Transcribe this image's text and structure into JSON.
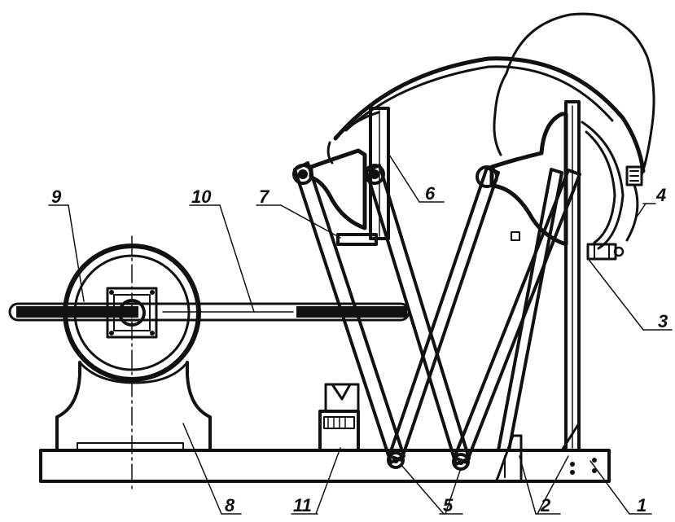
{
  "diagram": {
    "callouts": [
      {
        "id": "1",
        "text": "1"
      },
      {
        "id": "2",
        "text": "2"
      },
      {
        "id": "3",
        "text": "3"
      },
      {
        "id": "4",
        "text": "4"
      },
      {
        "id": "5",
        "text": "5"
      },
      {
        "id": "6",
        "text": "6"
      },
      {
        "id": "7",
        "text": "7"
      },
      {
        "id": "8",
        "text": "8"
      },
      {
        "id": "9",
        "text": "9"
      },
      {
        "id": "10",
        "text": "10"
      },
      {
        "id": "11",
        "text": "11"
      }
    ]
  },
  "colors": {
    "ink": "#111111",
    "paper": "#ffffff"
  }
}
